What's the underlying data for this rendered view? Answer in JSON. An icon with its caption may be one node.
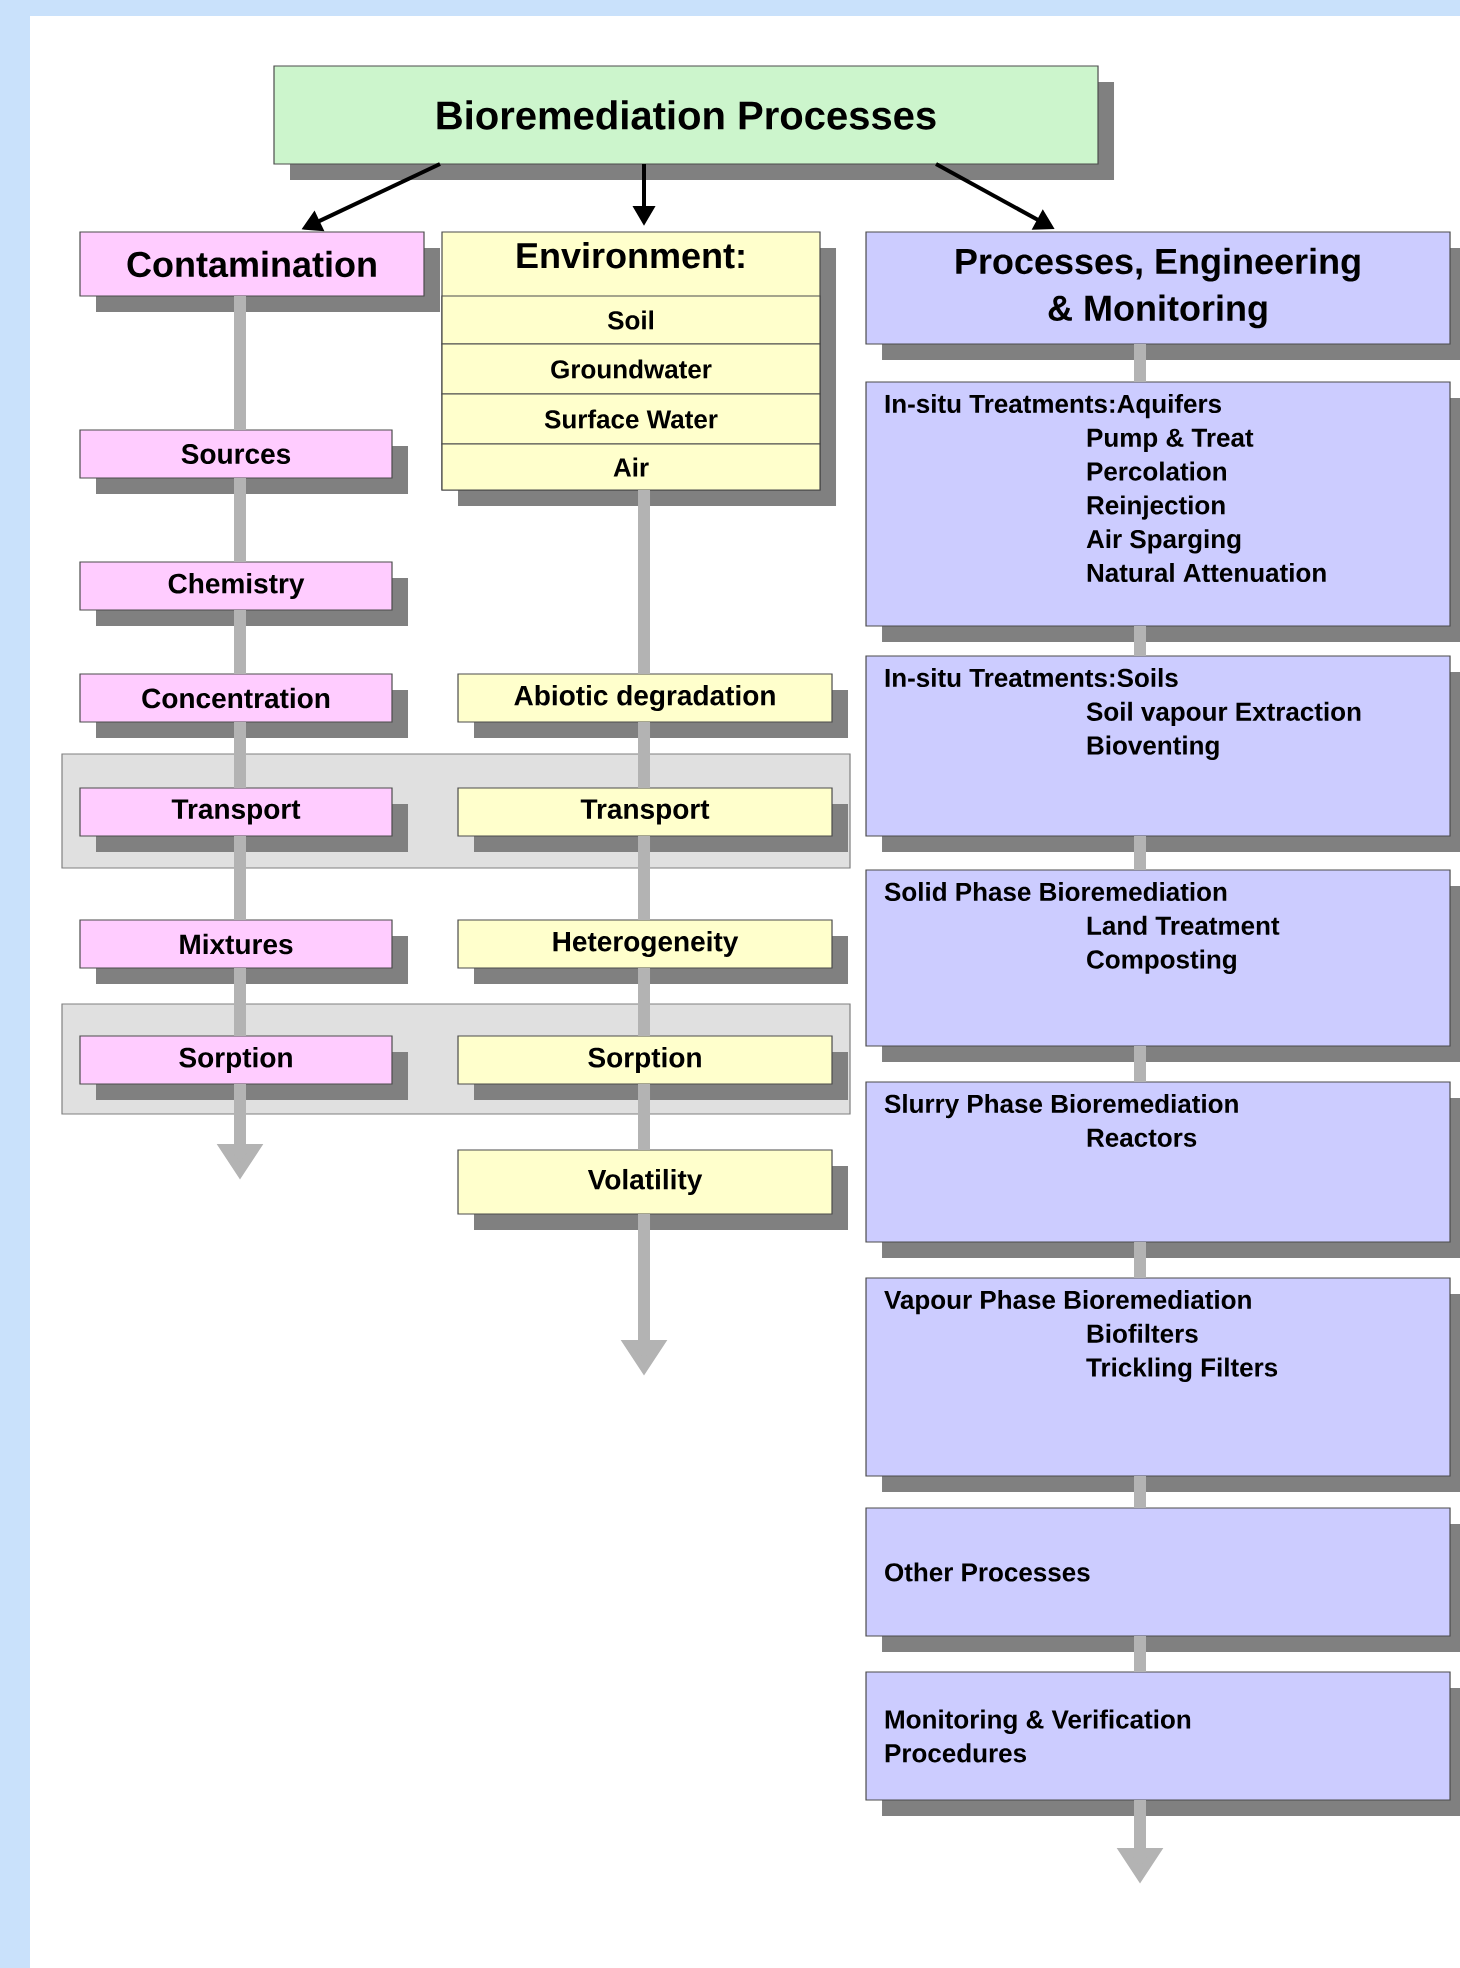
{
  "diagram": {
    "nodes": [
      {
        "text": [
          "Bioremediation Processes"
        ]
      },
      {
        "text": [
          "Contamination"
        ]
      },
      {
        "text": [
          "Environment:"
        ]
      },
      {
        "text": [
          "Soil"
        ],
        "in": 2
      },
      {
        "text": [
          "Groundwater"
        ],
        "in": 2
      },
      {
        "text": [
          "Surface Water"
        ],
        "in": 2
      },
      {
        "text": [
          "Air"
        ],
        "in": 2
      },
      {
        "text": [
          "Processes, Engineering & Monitoring"
        ]
      },
      {
        "text": [
          "In-situ Treatments:Aquifers",
          "Pump & Treat",
          "Percolation",
          "Reinjection",
          "Air Sparging",
          "Natural Attenuation"
        ]
      },
      {
        "text": [
          "Sources"
        ]
      },
      {
        "text": [
          "Chemistry"
        ]
      },
      {
        "text": [
          "Concentration"
        ]
      },
      {
        "text": [
          "Abiotic degradation"
        ]
      },
      {
        "text": [
          "In-situ Treatments:Soils",
          "Soil vapour Extraction",
          "Bioventing"
        ]
      },
      {
        "text": [],
        "shape": "box"
      },
      {
        "text": [
          "Transport"
        ],
        "in": 14
      },
      {
        "text": [
          "Transport"
        ],
        "in": 14
      },
      {
        "text": [
          "Mixtures"
        ]
      },
      {
        "text": [
          "Heterogeneity"
        ]
      },
      {
        "text": [
          "Solid Phase Bioremediation",
          "Land Treatment",
          "Composting"
        ]
      },
      {
        "text": [],
        "shape": "box"
      },
      {
        "text": [
          "Sorption"
        ],
        "in": 20
      },
      {
        "text": [
          "Sorption"
        ],
        "in": 20
      },
      {
        "text": [
          "Volatility"
        ]
      },
      {
        "text": [
          "Slurry Phase Bioremediation",
          "Reactors"
        ]
      },
      {
        "text": [
          "Vapour Phase Bioremediation",
          "Biofilters",
          "Trickling Filters"
        ]
      },
      {
        "text": [
          "Other Processes"
        ]
      },
      {
        "text": [
          "Monitoring & Verification Procedures"
        ]
      }
    ],
    "edges": [
      {
        "from": 0,
        "to": 1,
        "arrow": "to",
        "color": "#000000"
      },
      {
        "from": 0,
        "to": 2,
        "arrow": "to",
        "color": "#000000"
      },
      {
        "from": 0,
        "to": 7,
        "arrow": "to",
        "color": "#000000"
      },
      {
        "from": 1,
        "to": 9,
        "arrow": "none"
      },
      {
        "from": 9,
        "to": 10,
        "arrow": "none"
      },
      {
        "from": 10,
        "to": 11,
        "arrow": "none"
      },
      {
        "from": 11,
        "to": 15,
        "arrow": "none"
      },
      {
        "from": 15,
        "to": 17,
        "arrow": "none"
      },
      {
        "from": 17,
        "to": 21,
        "arrow": "none"
      },
      {
        "from": 21,
        "to": null,
        "arrow": "to"
      },
      {
        "from": 2,
        "to": 12,
        "arrow": "none"
      },
      {
        "from": 12,
        "to": 16,
        "arrow": "none"
      },
      {
        "from": 16,
        "to": 18,
        "arrow": "none"
      },
      {
        "from": 18,
        "to": 22,
        "arrow": "none"
      },
      {
        "from": 22,
        "to": 23,
        "arrow": "none"
      },
      {
        "from": 23,
        "to": null,
        "arrow": "to"
      },
      {
        "from": 7,
        "to": 8,
        "arrow": "none"
      },
      {
        "from": 8,
        "to": 13,
        "arrow": "none"
      },
      {
        "from": 13,
        "to": 19,
        "arrow": "none"
      },
      {
        "from": 19,
        "to": 24,
        "arrow": "none"
      },
      {
        "from": 24,
        "to": 25,
        "arrow": "none"
      },
      {
        "from": 25,
        "to": 26,
        "arrow": "none"
      },
      {
        "from": 26,
        "to": 27,
        "arrow": "none"
      },
      {
        "from": 27,
        "to": null,
        "arrow": "to"
      }
    ]
  }
}
